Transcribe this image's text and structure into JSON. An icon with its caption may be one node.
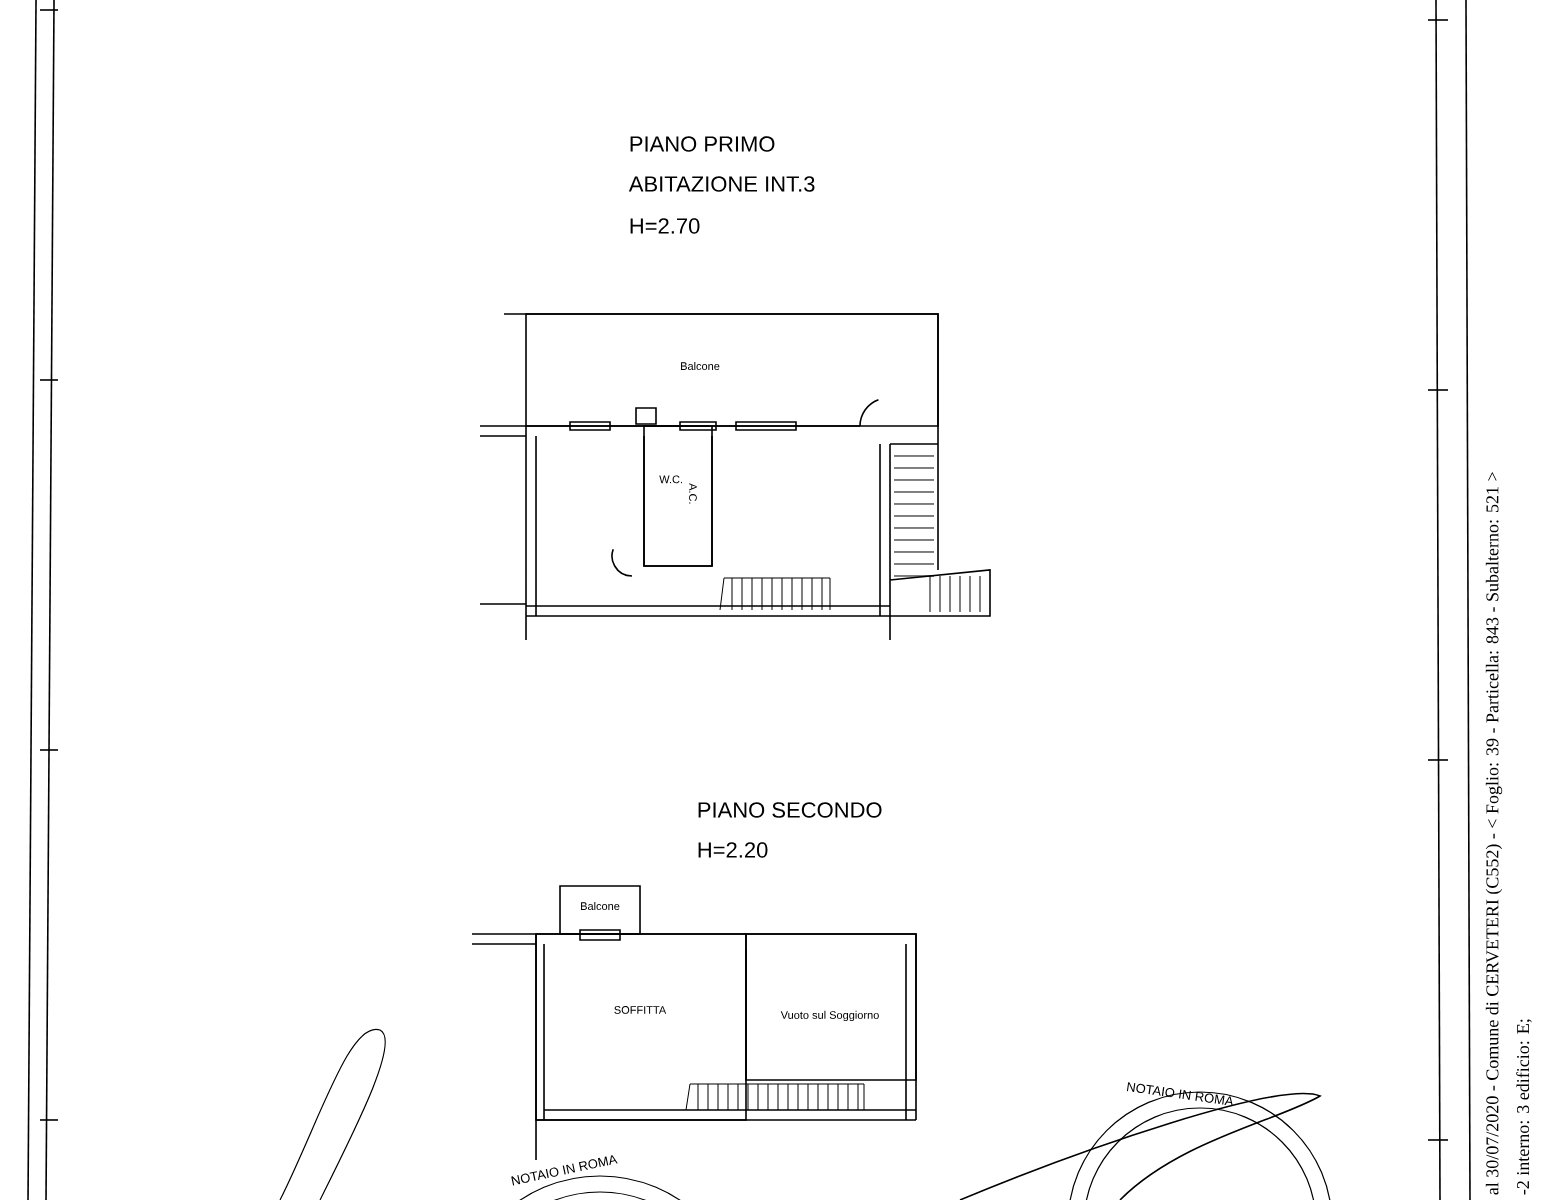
{
  "diagram": {
    "nodes": [
      {
        "text": [
          "Balcone"
        ]
      },
      {
        "text": [
          "W.C.",
          "A.C."
        ]
      },
      {
        "text": [
          "Balcone"
        ]
      },
      {
        "text": [
          "SOFFITTA"
        ]
      },
      {
        "text": [
          "Vuoto sul Soggiorno"
        ]
      }
    ],
    "labels": [
      "PIANO PRIMO",
      "ABITAZIONE INT.3",
      "H=2.70",
      "PIANO SECONDO",
      "H=2.20",
      "al 30/07/2020 - Comune di CERVETERI (C552) - < Foglio: 39 - Particella: 843 - Subalterno: 521 >",
      "-2 interno: 3 edificio: E;",
      "NOTAIO IN ROMA",
      "NOTAIO IN ROMA"
    ]
  }
}
